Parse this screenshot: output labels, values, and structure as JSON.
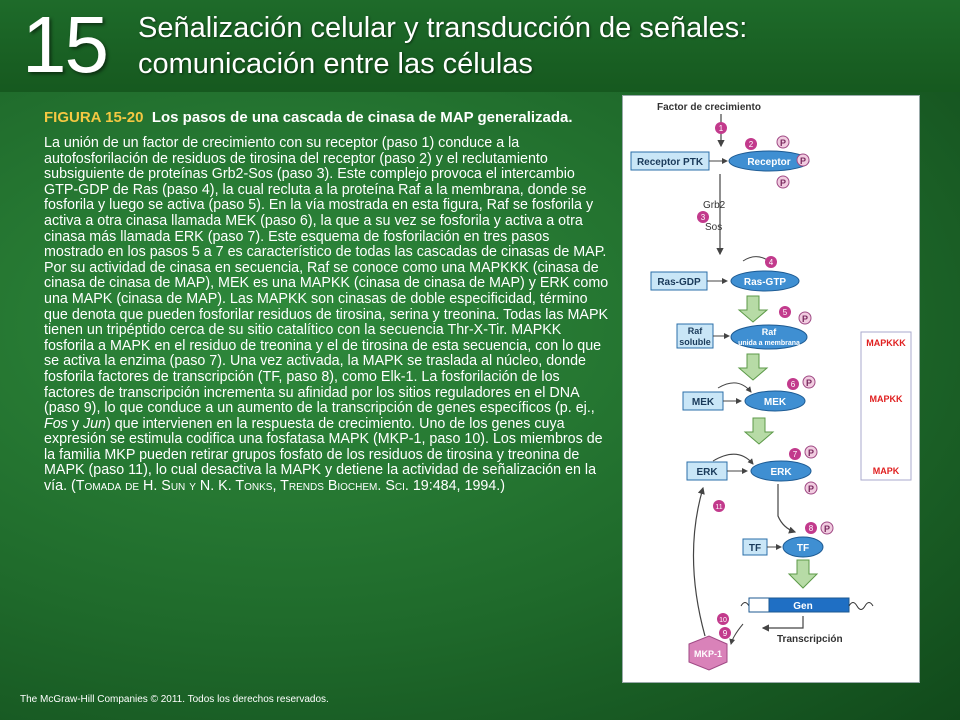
{
  "header": {
    "chapter_number": "15",
    "title_line1": "Señalización celular y transducción de señales:",
    "title_line2": "comunicación entre las células"
  },
  "caption": {
    "figure_number": "FIGURA 15-20",
    "figure_title": "Los pasos de una cascada de cinasa de MAP generalizada.",
    "body_parts": {
      "p1": "La unión de un factor de crecimiento con su receptor (paso 1) conduce a la autofosforilación de residuos de tirosina del receptor (paso 2) y el reclutamiento subsiguiente de proteínas Grb2-Sos (paso 3). Este complejo provoca el intercambio GTP-GDP de Ras (paso 4), la cual recluta a la proteína Raf a la membrana, donde se fosforila y luego se activa (paso 5). En la vía mostrada en esta figura, Raf se fosforila y activa a otra cinasa llamada MEK (paso 6), la que a su vez se fosforila y activa a otra cinasa más llamada ERK (paso 7). Este esquema de fosforilación en tres pasos mostrado en los pasos 5 a 7 es característico de todas las cascadas de cinasas de MAP. Por su actividad de cinasa en secuencia, Raf se conoce como una MAPKKK (cinasa de cinasa de cinasa de MAP), MEK es una MAPKK (cinasa de cinasa de MAP) y ERK como una MAPK (cinasa de MAP). Las MAPKK son cinasas de doble especificidad, término que denota que pueden fosforilar residuos de tirosina, serina y treonina. Todas las MAPK tienen un tripéptido cerca de su sitio catalítico con la secuencia Thr-X-Tir. MAPKK fosforila a MAPK en el residuo de treonina y el de tirosina de esta secuencia, con lo que se activa la enzima (paso 7). Una vez activada, la MAPK se traslada al núcleo, donde fosforila factores de transcripción (TF, paso 8), como Elk-1. La fosforilación de los factores de transcripción incrementa su afinidad por los sitios reguladores en el DNA (paso 9), lo que conduce a un aumento de la transcripción de genes específicos (p. ej., ",
      "fos": "Fos",
      "y": " y ",
      "jun": "Jun",
      "p2": ") que intervienen en la respuesta de crecimiento. Uno de los genes cuya expresión se estimula codifica una fosfatasa MAPK (MKP-1, paso 10). Los miembros de la familia MKP pueden retirar grupos fosfato de los residuos de tirosina y treonina de MAPK (paso 11), lo cual desactiva la MAPK y detiene la actividad de señalización en la vía. (",
      "source": "Tomada de H. Sun y N. K. Tonks, Trends Biochem. Sci.",
      "p3": " 19:484, 1994.)"
    }
  },
  "footer": {
    "copyright": "The McGraw-Hill Companies © 2011. Todos los derechos reservados."
  },
  "diagram": {
    "growth_factor": "Factor de crecimiento",
    "receptor_ptk": "Receptor PTK",
    "receptor": "Receptor",
    "grb2": "Grb2",
    "sos": "Sos",
    "ras_gdp": "Ras-GDP",
    "ras_gtp": "Ras-GTP",
    "raf_soluble_1": "Raf",
    "raf_soluble_2": "soluble",
    "raf_membrane_1": "Raf",
    "raf_membrane_2": "unida a membrana",
    "mek": "MEK",
    "erk": "ERK",
    "tf": "TF",
    "gen": "Gen",
    "transcripcion": "Transcripción",
    "mkp1": "MKP-1",
    "p": "P",
    "legend": {
      "mapkkk": "MAPKKK",
      "mapkk": "MAPKK",
      "mapk": "MAPK"
    },
    "steps": [
      "1",
      "2",
      "3",
      "4",
      "5",
      "6",
      "7",
      "8",
      "9",
      "10",
      "11"
    ]
  },
  "colors": {
    "background": "#1f6a2b",
    "figure_number": "#f5c842",
    "box_fill": "#c9e6f7",
    "ellipse_fill": "#3f8fd2",
    "phosphate_fill": "#f1cce0",
    "step_circle": "#c23a8c",
    "big_arrow": "#b7dba6",
    "legend_red": "#e02020"
  }
}
